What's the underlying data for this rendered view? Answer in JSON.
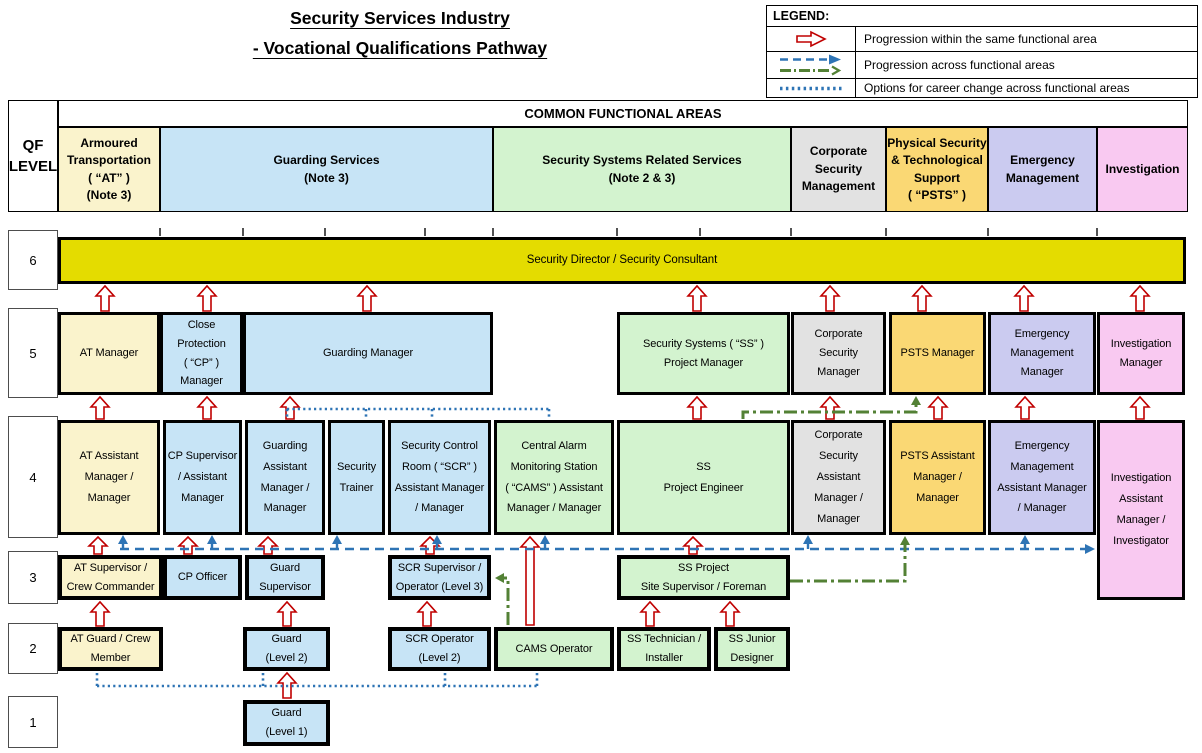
{
  "title": {
    "line1": "Security Services Industry",
    "line2": "- Vocational Qualifications Pathway"
  },
  "legend": {
    "header": "LEGEND:",
    "items": [
      {
        "label": "Progression within the same functional area"
      },
      {
        "label": "Progression across functional areas"
      },
      {
        "label": "Options for career change across functional areas"
      }
    ]
  },
  "grid": {
    "qf_level_header": "QF LEVEL",
    "common_header": "COMMON FUNCTIONAL AREAS",
    "areas": {
      "at": "Armoured\nTransportation\n( “AT” )\n(Note 3)",
      "guarding": "Guarding Services\n(Note 3)",
      "ss": "Security Systems Related Services\n(Note 2 & 3)",
      "corporate": "Corporate\nSecurity\nManagement",
      "psts": "Physical Security\n& Technological\nSupport\n( “PSTS” )",
      "emergency": "Emergency\nManagement",
      "investigation": "Investigation"
    },
    "level_numbers": {
      "l6": "6",
      "l5": "5",
      "l4": "4",
      "l3": "3",
      "l2": "2",
      "l1": "1"
    }
  },
  "roles": {
    "l6": {
      "security_director": "Security Director / Security Consultant"
    },
    "l5": {
      "at_manager": "AT Manager",
      "cp_manager": "Close\nProtection\n( “CP” )\nManager",
      "guarding_manager": "Guarding Manager",
      "ss_project_manager": "Security Systems ( “SS” )\nProject Manager",
      "corporate_security_manager": "Corporate\nSecurity\nManager",
      "psts_manager": "PSTS Manager",
      "emergency_management_manager": "Emergency\nManagement\nManager",
      "investigation_manager": "Investigation\nManager"
    },
    "l4": {
      "at_assistant_manager": "AT Assistant\nManager /\nManager",
      "cp_supervisor": "CP Supervisor\n/ Assistant\nManager",
      "guarding_assistant_manager": "Guarding\nAssistant\nManager /\nManager",
      "security_trainer": "Security\nTrainer",
      "scr_assistant_manager": "Security Control\nRoom ( “SCR” )\nAssistant Manager\n/ Manager",
      "cams_assistant_manager": "Central Alarm\nMonitoring Station\n( “CAMS” ) Assistant\nManager / Manager",
      "ss_project_engineer": "SS\nProject Engineer",
      "corporate_security_assistant_manager": "Corporate\nSecurity\nAssistant\nManager /\nManager",
      "psts_assistant_manager": "PSTS Assistant\nManager /\nManager",
      "emergency_management_assistant_manager": "Emergency\nManagement\nAssistant Manager\n/ Manager",
      "investigation_assistant_manager": "Investigation\nAssistant\nManager /\nInvestigator"
    },
    "l3": {
      "at_supervisor": "AT Supervisor /\nCrew Commander",
      "cp_officer": "CP Officer",
      "guard_supervisor": "Guard\nSupervisor",
      "scr_supervisor": "SCR Supervisor /\nOperator (Level 3)",
      "ss_project_site_supervisor": "SS Project\nSite Supervisor / Foreman"
    },
    "l2": {
      "at_guard": "AT Guard / Crew\nMember",
      "guard_level_2": "Guard\n(Level 2)",
      "scr_operator": "SCR Operator\n(Level 2)",
      "cams_operator": "CAMS Operator",
      "ss_technician": "SS Technician /\nInstaller",
      "ss_junior_designer": "SS Junior\nDesigner"
    },
    "l1": {
      "guard_level_1": "Guard\n(Level 1)"
    }
  },
  "colors": {
    "area_at": "#FAF3CC",
    "area_guarding": "#C7E4F6",
    "area_ss": "#D3F3CF",
    "area_corporate": "#E2E2E2",
    "area_psts": "#FAD874",
    "area_emergency": "#CBCBF0",
    "area_investigation": "#F9C9F1",
    "director_bar": "#E4DC00",
    "arrow_same_area": "#C00000",
    "arrow_across_areas_dashed": "#2E74B5",
    "arrow_across_areas_dashdot": "#538135",
    "career_change_dotted": "#2E74B5"
  }
}
